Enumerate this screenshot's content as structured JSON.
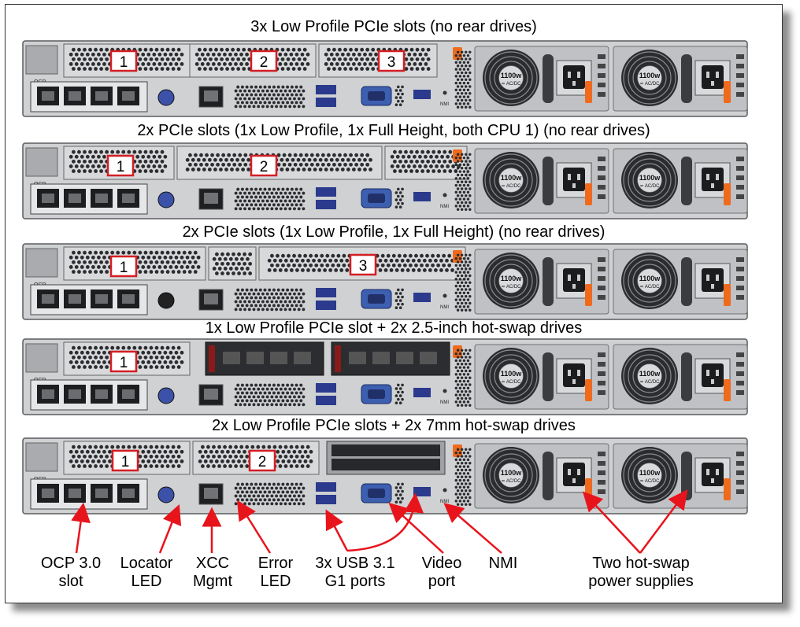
{
  "configs": [
    {
      "title": "3x Low Profile PCIe slots (no rear drives)",
      "slots": [
        "1",
        "2",
        "3"
      ],
      "rear": "lp3",
      "psu_label": "1100w",
      "psu_sub": "AC/DC"
    },
    {
      "title": "2x PCIe slots (1x Low Profile, 1x Full Height, both CPU 1) (no rear drives)",
      "slots": [
        "1",
        "2"
      ],
      "rear": "fh2",
      "psu_label": "1100w",
      "psu_sub": "AC/DC"
    },
    {
      "title": "2x PCIe slots (1x Low Profile, 1x Full Height) (no rear drives)",
      "slots": [
        "1",
        "3"
      ],
      "rear": "fh3",
      "psu_label": "1100w",
      "psu_sub": "AC/DC"
    },
    {
      "title": "1x Low Profile PCIe slot + 2x 2.5-inch hot-swap drives",
      "slots": [
        "1"
      ],
      "rear": "drives25",
      "psu_label": "1100w",
      "psu_sub": "AC/DC"
    },
    {
      "title": "2x Low Profile PCIe slots + 2x 7mm hot-swap drives",
      "slots": [
        "1",
        "2"
      ],
      "rear": "drives7",
      "psu_label": "1100w",
      "psu_sub": "AC/DC"
    }
  ],
  "callouts": {
    "ocp": [
      "OCP 3.0",
      "slot"
    ],
    "locator": [
      "Locator",
      "LED"
    ],
    "xcc": [
      "XCC",
      "Mgmt"
    ],
    "error": [
      "Error",
      "LED"
    ],
    "usb": [
      "3x USB 3.1",
      "G1 ports"
    ],
    "video": [
      "Video",
      "port"
    ],
    "nmi": [
      "NMI"
    ],
    "psu": [
      "Two hot-swap",
      "power supplies"
    ]
  },
  "small_labels": {
    "ocp": "OCP",
    "nmi": "NMI"
  },
  "colors": {
    "callout_red": "#e8141c",
    "slot_box_border": "#d31f24",
    "chassis": "#cfd1d3",
    "chassis_dark": "#3a3c3f",
    "release_tab": "#ef6a1d",
    "vga_blue": "#3d5fb0"
  }
}
